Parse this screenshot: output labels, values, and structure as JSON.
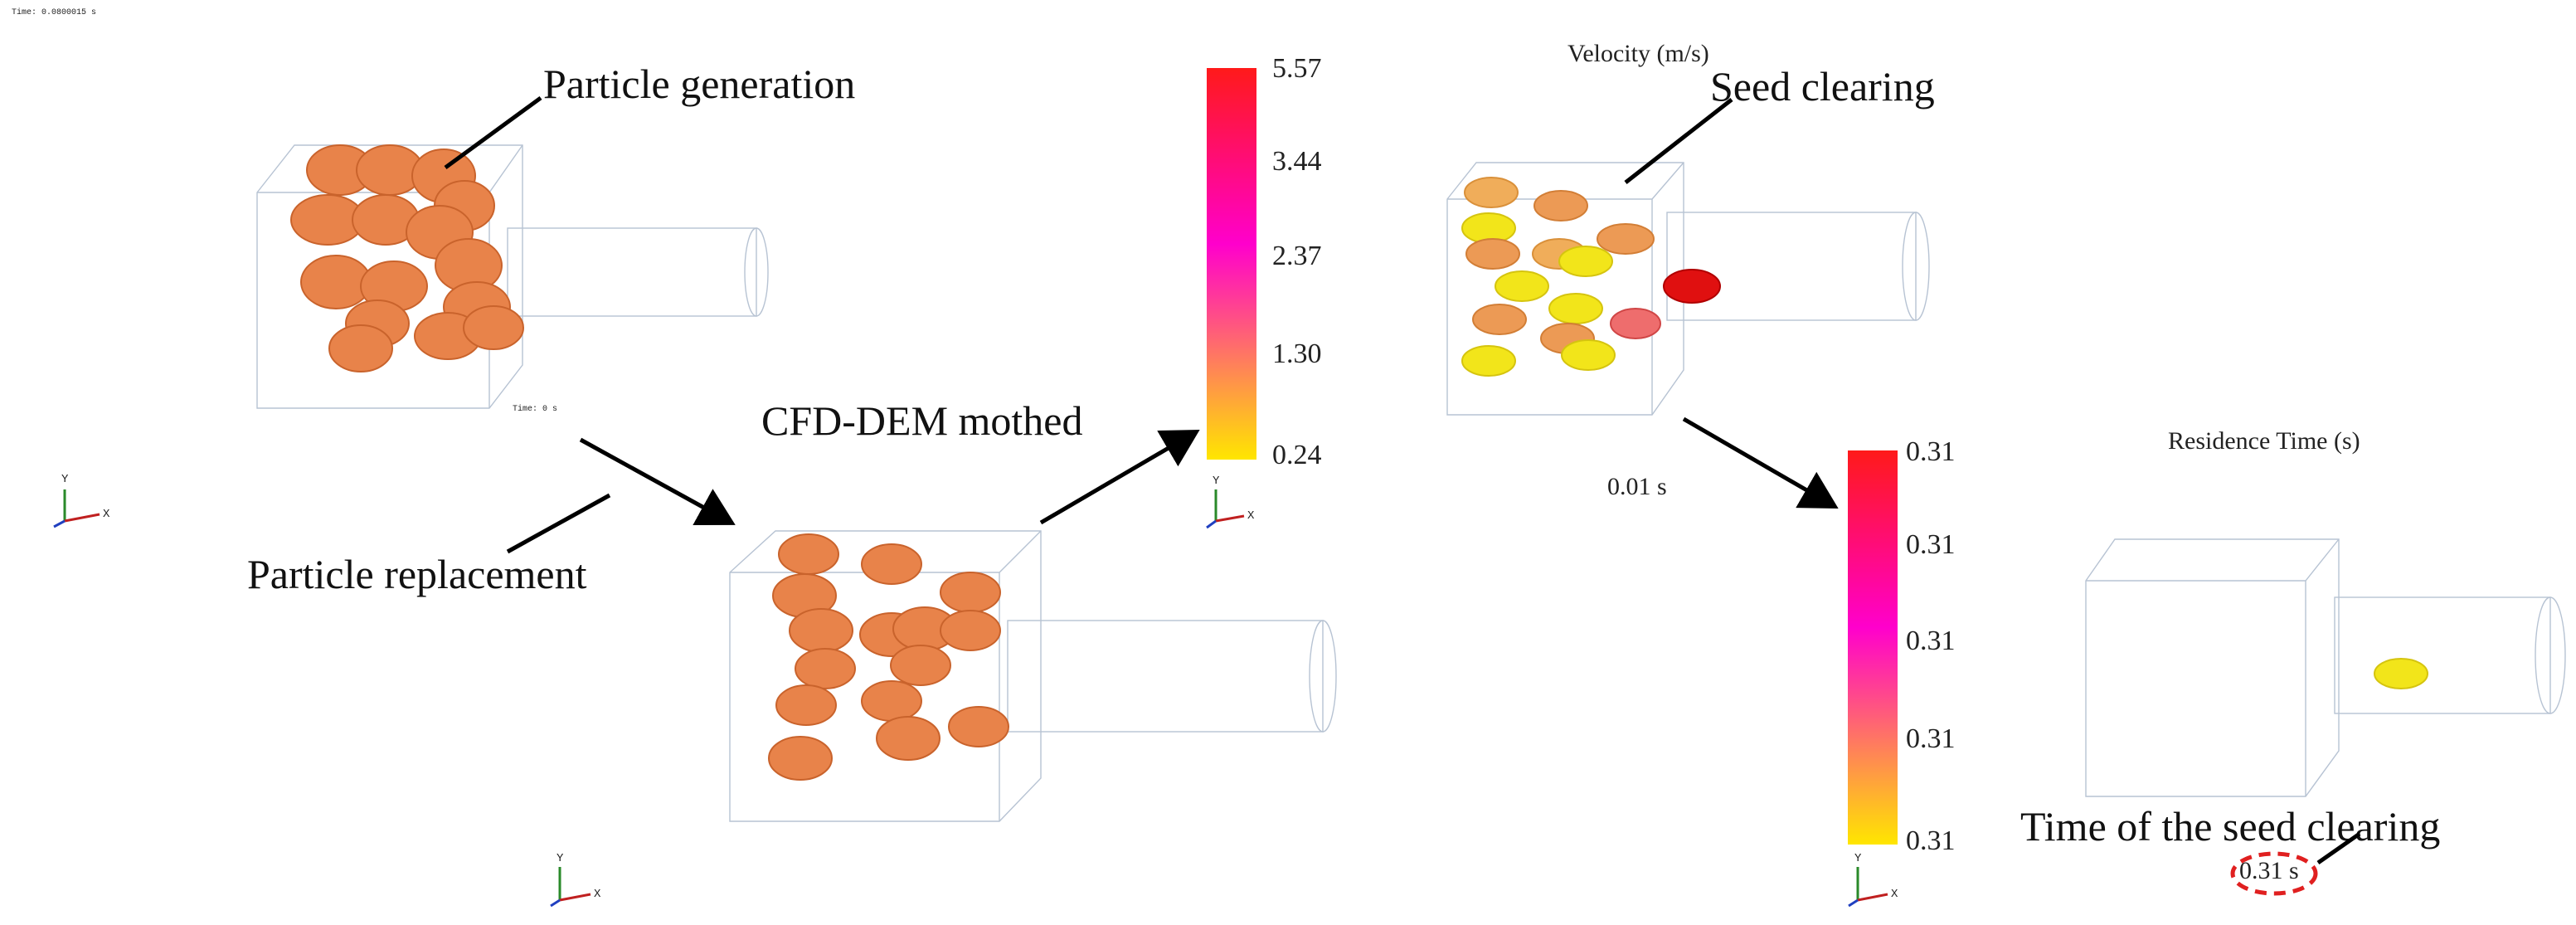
{
  "time_tags": {
    "top_left": "Time: 0.0800015 s",
    "initial": "Time: 0 s"
  },
  "annotations": {
    "particle_generation": "Particle generation",
    "particle_replacement": "Particle replacement",
    "cfd_dem": "CFD-DEM mothed",
    "seed_clearing": "Seed clearing",
    "time_of_seed_clearing": "Time of the seed clearing"
  },
  "velocity_panel": {
    "title": "Velocity (m/s)",
    "time": "0.01 s",
    "colorbar_ticks": [
      "5.57",
      "3.44",
      "2.37",
      "1.30",
      "0.24"
    ],
    "colors": [
      "#ff1a1a",
      "#ff00cc",
      "#ffe600"
    ]
  },
  "residence_panel": {
    "title": "Residence Time (s)",
    "time": "0.31 s",
    "colorbar_ticks": [
      "0.31",
      "0.31",
      "0.31",
      "0.31",
      "0.31"
    ]
  },
  "axis_triad": {
    "y": "Y",
    "x": "X"
  },
  "colors": {
    "particle_orange": "#e8834a",
    "particle_yellow": "#f2e51a",
    "particle_red": "#e01010",
    "mesh": "#b7c3d3",
    "highlight_circle": "#e02020"
  }
}
